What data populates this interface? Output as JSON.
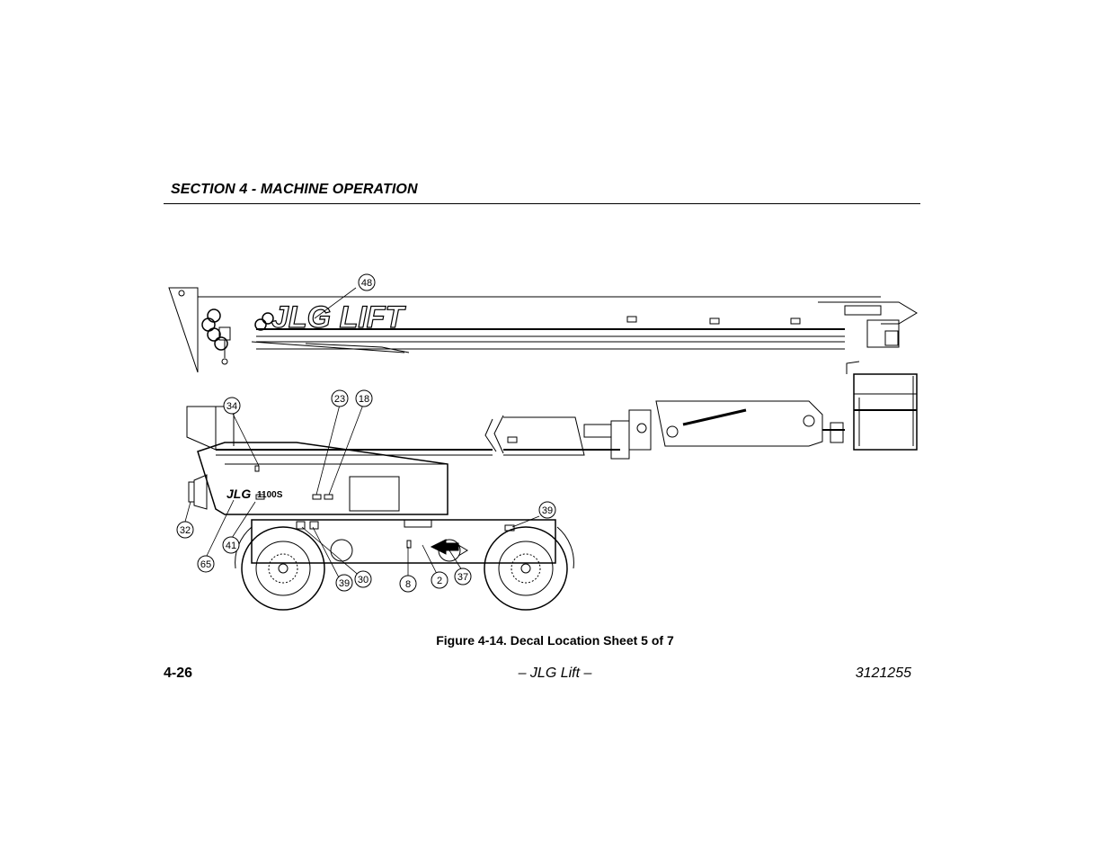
{
  "header": {
    "section_title": "SECTION 4 - MACHINE OPERATION"
  },
  "figure": {
    "caption": "Figure 4-14. Decal Location Sheet 5 of 7",
    "callouts": [
      "48",
      "34",
      "23",
      "18",
      "39",
      "32",
      "65",
      "41",
      "39",
      "30",
      "8",
      "2",
      "37"
    ],
    "decal_text": {
      "boom_logo": "JLG LIFT",
      "chassis_logo": "JLG",
      "model": "1100S"
    }
  },
  "footer": {
    "page_number": "4-26",
    "center_text": "– JLG Lift –",
    "doc_number": "3121255"
  }
}
